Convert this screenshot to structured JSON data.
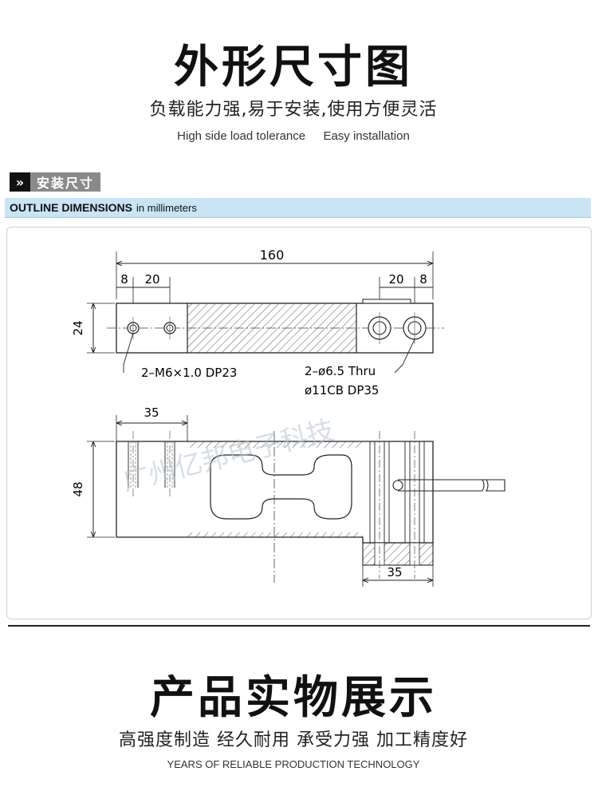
{
  "outline": {
    "title": "外形尺寸图",
    "subtitle_cn": "负载能力强,易于安装,使用方便灵活",
    "subtitle_en_1": "High side load tolerance",
    "subtitle_en_2": "Easy installation"
  },
  "install_tag": {
    "arrow": "»",
    "label": "安装尺寸"
  },
  "banner": {
    "bold": "OUTLINE DIMENSIONS",
    "normal": "in millimeters"
  },
  "drawing": {
    "dim_total": "160",
    "dim_left_8": "8",
    "dim_left_20": "20",
    "dim_right_20": "20",
    "dim_right_8": "8",
    "dim_height_24": "24",
    "note_thread": "2–M6×1.0 DP23",
    "note_thru_1": "2–ø6.5 Thru",
    "note_thru_2": "ø11CB DP35",
    "dim_35_top": "35",
    "dim_48": "48",
    "dim_35_bottom": "35",
    "watermark": "广州亿邦电子科技"
  },
  "product": {
    "title": "产品实物展示",
    "subtitle_cn": "高强度制造 经久耐用 承受力强 加工精度好",
    "subtitle_en": "YEARS OF RELIABLE PRODUCTION TECHNOLOGY"
  }
}
